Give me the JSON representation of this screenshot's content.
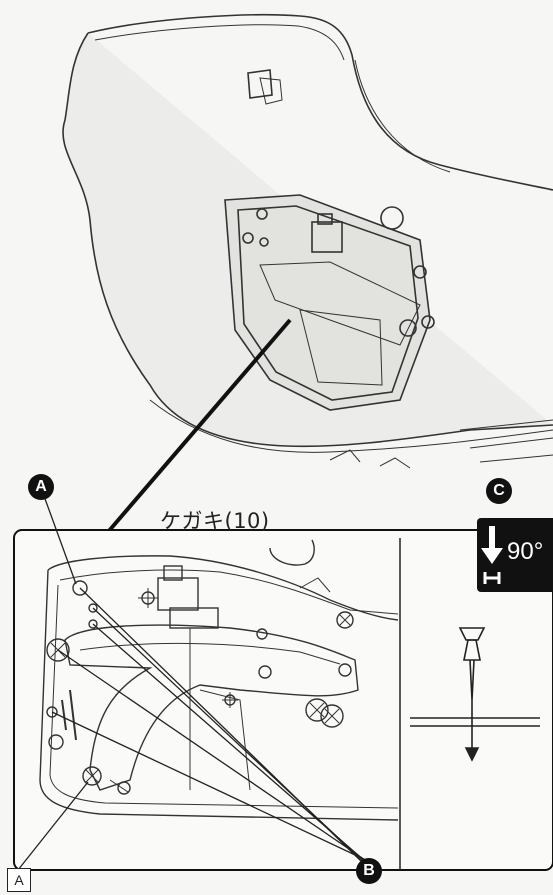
{
  "callouts": {
    "a": "A",
    "b": "B",
    "c": "C"
  },
  "caption": "ケガキ(10)",
  "angle_badge": {
    "value": "90°",
    "icon": "arrow-down-drill-icon"
  },
  "legend_box": "A",
  "colors": {
    "ink": "#222222",
    "badge": "#111111",
    "paper": "#f6f6f4"
  }
}
